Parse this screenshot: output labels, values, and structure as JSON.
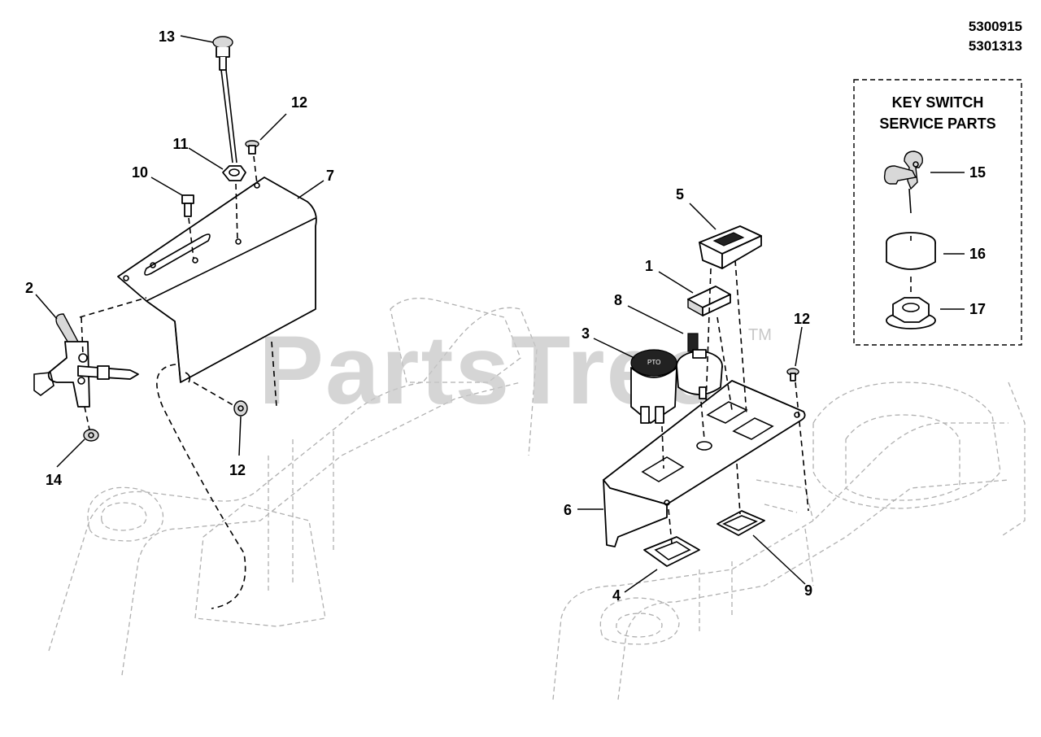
{
  "reference_numbers": [
    "5300915",
    "5301313"
  ],
  "watermark": {
    "text": "PartsTree",
    "trademark": "TM"
  },
  "service_box": {
    "title_line1": "KEY SWITCH",
    "title_line2": "SERVICE PARTS"
  },
  "callouts": {
    "c1": "1",
    "c2": "2",
    "c3": "3",
    "c4": "4",
    "c5": "5",
    "c6": "6",
    "c7": "7",
    "c8": "8",
    "c9": "9",
    "c10": "10",
    "c11": "11",
    "c12a": "12",
    "c12b": "12",
    "c12c": "12",
    "c13": "13",
    "c14": "14",
    "c15": "15",
    "c16": "16",
    "c17": "17"
  }
}
